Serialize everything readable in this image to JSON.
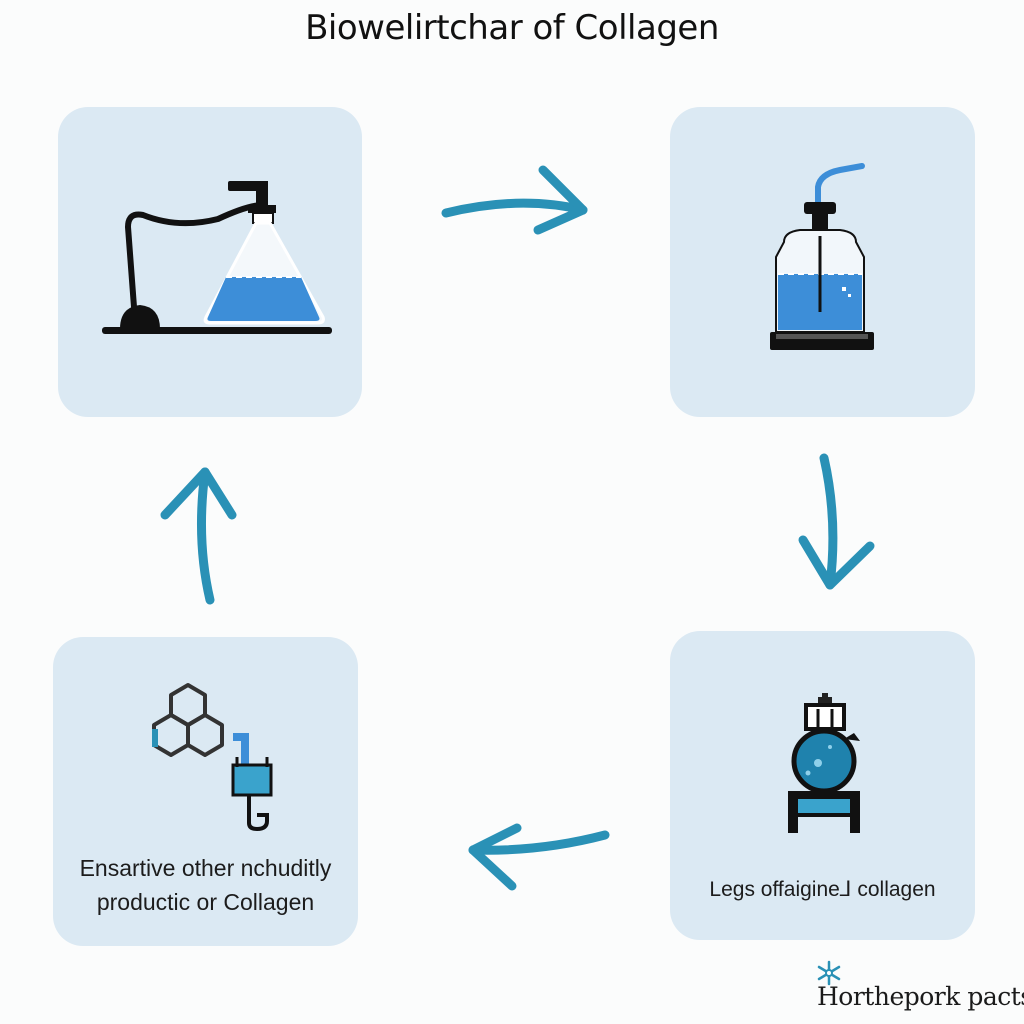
{
  "title": "Biowelirtchar of Collagen",
  "steps": [
    {
      "label": "",
      "icon": "flask-burner-icon"
    },
    {
      "label": "",
      "icon": "bioreactor-icon"
    },
    {
      "label": "Legs offaigine⅃ collagen",
      "icon": "centrifuge-icon"
    },
    {
      "label_line1": "Ensartive other nchuditly",
      "label_line2": "productic or Collagen",
      "icon": "molecule-icon"
    }
  ],
  "brand": {
    "name": "Horthepork pacts",
    "icon": "snowflake-icon"
  },
  "colors": {
    "card": "#dbe9f3",
    "arrow": "#2a91b6",
    "liquid": "#3d8ed8",
    "ink": "#1a1a1a"
  }
}
